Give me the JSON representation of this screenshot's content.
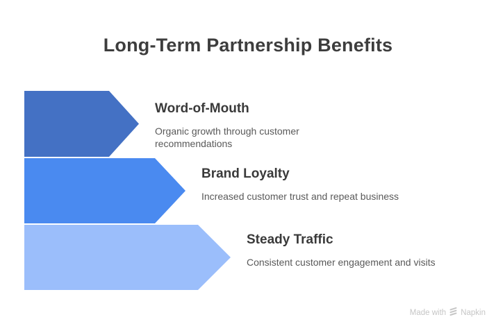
{
  "title": "Long-Term Partnership Benefits",
  "items": [
    {
      "heading": "Word-of-Mouth",
      "description": "Organic growth through customer recommendations",
      "arrow_color": "#4471C4"
    },
    {
      "heading": "Brand Loyalty",
      "description": "Increased customer trust and repeat business",
      "arrow_color": "#4A8AF0"
    },
    {
      "heading": "Steady Traffic",
      "description": "Consistent customer engagement and visits",
      "arrow_color": "#9BBEFB"
    }
  ],
  "watermark": {
    "made_with": "Made with",
    "brand": "Napkin"
  },
  "colors": {
    "background": "#FFFFFF",
    "title_text": "#3D3D3D",
    "heading_text": "#3A3A3A",
    "description_text": "#595959",
    "watermark_text": "#C6C6C6"
  }
}
